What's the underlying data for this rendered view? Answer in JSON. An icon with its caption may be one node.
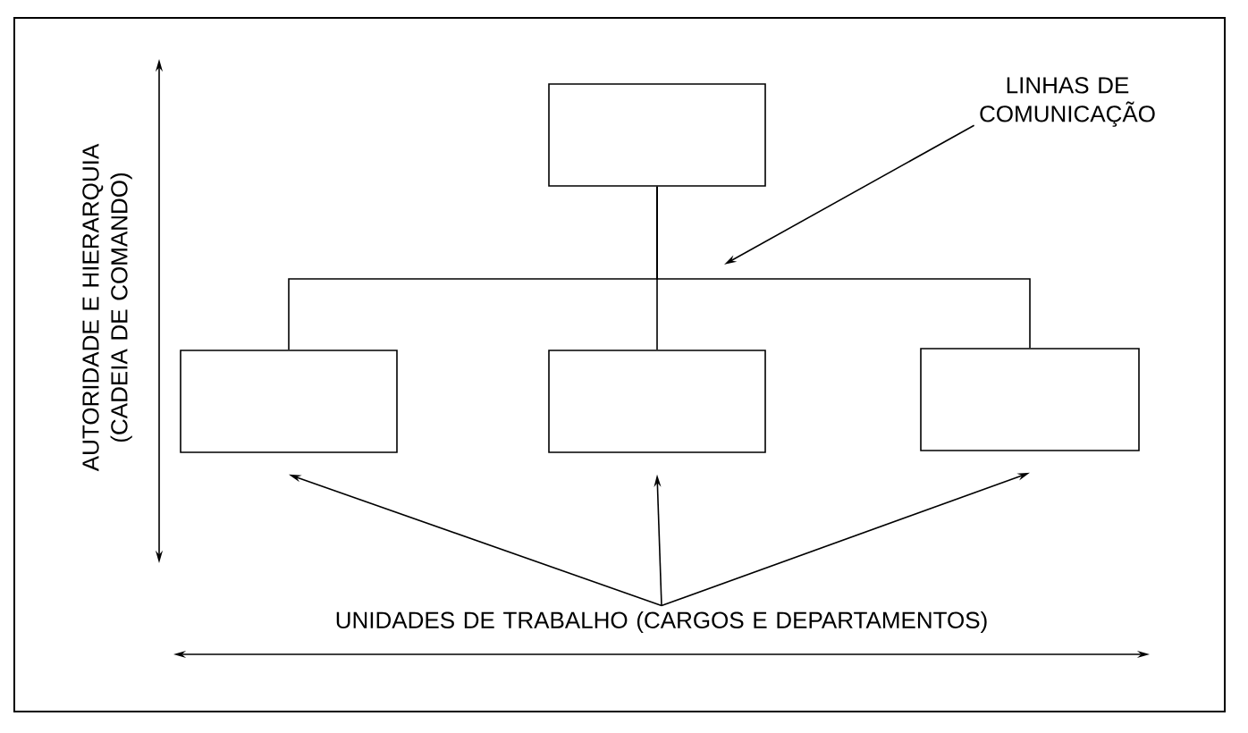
{
  "diagram": {
    "nodes": [
      {
        "text": [],
        "shape": "box"
      },
      {
        "text": [],
        "shape": "box"
      },
      {
        "text": [],
        "shape": "box"
      },
      {
        "text": [],
        "shape": "box"
      },
      {
        "text": [
          "LINHAS DE COMUNICAÇÃO"
        ]
      },
      {
        "text": [
          "UNIDADES DE TRABALHO (CARGOS E DEPARTAMENTOS)"
        ]
      }
    ],
    "edges": [
      {
        "from": 0,
        "to": 1,
        "arrow": "none"
      },
      {
        "from": 0,
        "to": 2,
        "arrow": "none"
      },
      {
        "from": 0,
        "to": 3,
        "arrow": "none"
      },
      {
        "from": 4,
        "to": null,
        "arrow": "to"
      },
      {
        "from": 5,
        "to": 1,
        "arrow": "to"
      },
      {
        "from": 5,
        "to": 2,
        "arrow": "to"
      },
      {
        "from": 5,
        "to": 3,
        "arrow": "to"
      }
    ],
    "labels": [
      "AUTORIDADE E HIERARQUIA (CADEIA DE COMANDO)"
    ]
  }
}
